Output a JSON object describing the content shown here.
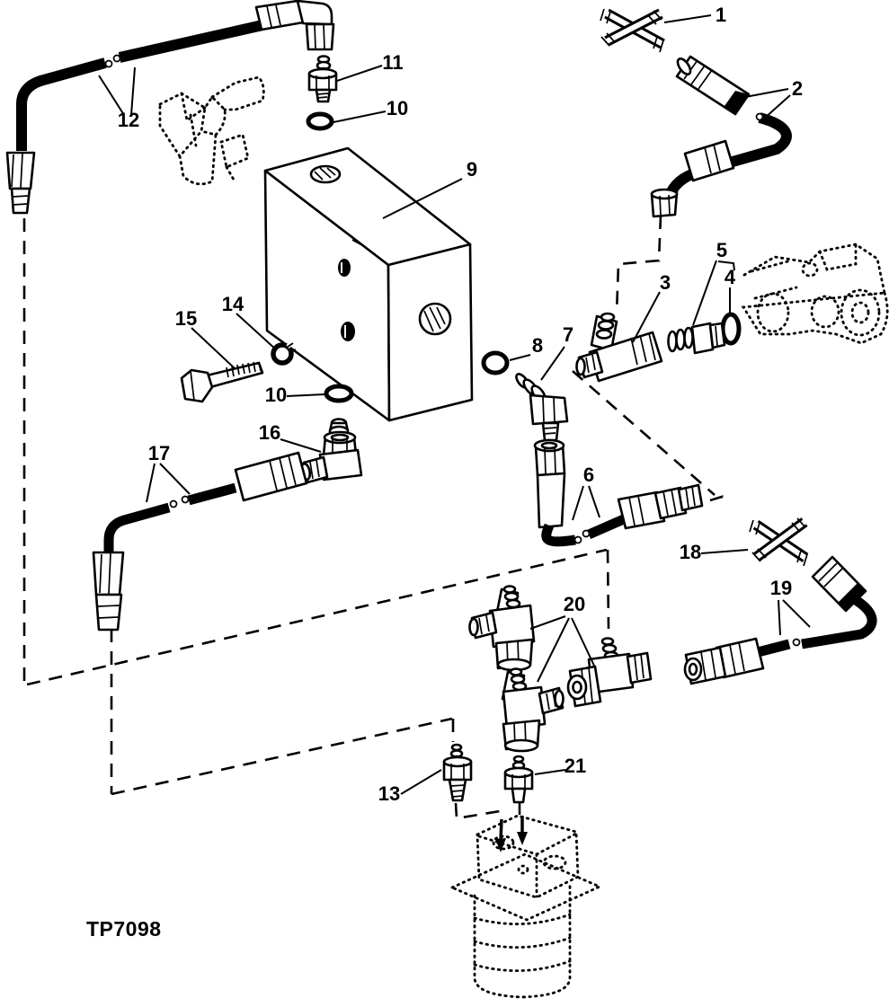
{
  "figure_code": "TP7098",
  "diagram": {
    "kind": "exploded-parts-diagram",
    "subject": "hydraulic-fitting-and-hose-group-with-valve-block",
    "colors": {
      "ink": "#000000",
      "paper": "#ffffff"
    }
  },
  "callouts": [
    {
      "label": "1",
      "part": "cross-fitting-top"
    },
    {
      "label": "2",
      "part": "coupler-and-elbow-hose"
    },
    {
      "label": "3",
      "part": "tee-fitting"
    },
    {
      "label": "4",
      "part": "o-ring-right"
    },
    {
      "label": "5",
      "part": "barbed-connector"
    },
    {
      "label": "6",
      "part": "hose-assembly-center"
    },
    {
      "label": "7",
      "part": "elbow-fitting"
    },
    {
      "label": "8",
      "part": "o-ring-center"
    },
    {
      "label": "9",
      "part": "valve-block"
    },
    {
      "label": "10",
      "part": "o-ring-top"
    },
    {
      "label": "10",
      "part": "o-ring-left"
    },
    {
      "label": "11",
      "part": "adapter-fitting"
    },
    {
      "label": "12",
      "part": "elbow-hose-top-left"
    },
    {
      "label": "13",
      "part": "fitting-bottom-left"
    },
    {
      "label": "14",
      "part": "lock-washer"
    },
    {
      "label": "15",
      "part": "cap-screw"
    },
    {
      "label": "16",
      "part": "elbow-adapter"
    },
    {
      "label": "17",
      "part": "elbow-hose-left"
    },
    {
      "label": "18",
      "part": "cross-fitting-lower"
    },
    {
      "label": "19",
      "part": "hose-assembly-right"
    },
    {
      "label": "20",
      "part": "tee-fittings-group"
    },
    {
      "label": "21",
      "part": "fitting-bottom-center"
    }
  ]
}
